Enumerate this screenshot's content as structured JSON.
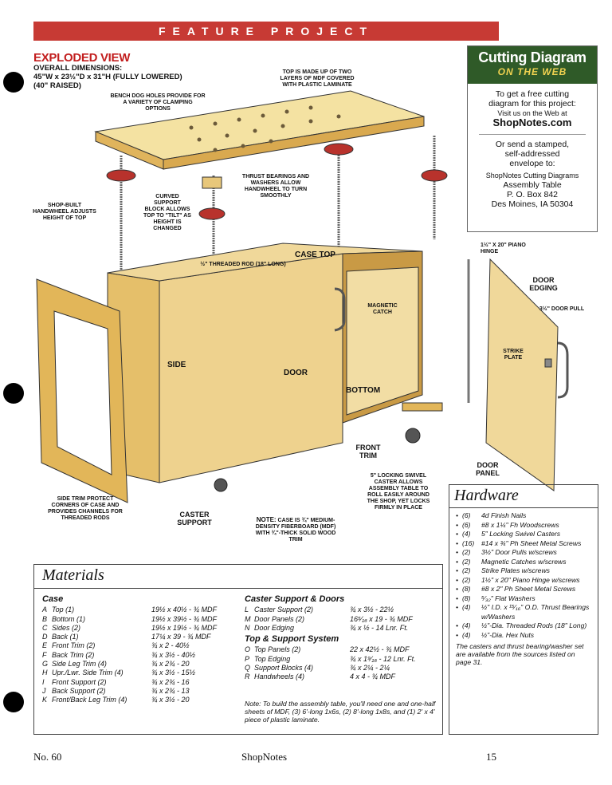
{
  "banner": "FEATURE PROJECT",
  "exploded": {
    "title": "EXPLODED VIEW",
    "dims_line1": "OVERALL DIMENSIONS:",
    "dims_line2": "45\"W x 23½\"D x 31\"H (FULLY LOWERED)",
    "dims_line3": "(40\" RAISED)"
  },
  "callouts": {
    "bench_holes": "BENCH DOG HOLES PROVIDE FOR A VARIETY OF CLAMPING OPTIONS",
    "top_layers": "TOP IS MADE UP OF TWO LAYERS OF MDF COVERED WITH PLASTIC LAMINATE",
    "thrust": "THRUST BEARINGS AND WASHERS ALLOW HANDWHEEL TO TURN SMOOTHLY",
    "curved": "CURVED SUPPORT BLOCK ALLOWS TOP TO \"TILT\" AS HEIGHT IS CHANGED",
    "handwheel": "SHOP-BUILT HANDWHEEL ADJUSTS HEIGHT OF TOP",
    "rod": "½\" THREADED ROD (18\" LONG)",
    "case_top": "CASE TOP",
    "magnetic": "MAGNETIC CATCH",
    "piano": "1½\" x 20\" PIANO HINGE",
    "door_edging": "DOOR EDGING",
    "door_pull": "3½\" DOOR PULL",
    "strike": "STRIKE PLATE",
    "side": "SIDE",
    "door": "DOOR",
    "bottom": "BOTTOM",
    "front_trim": "FRONT TRIM",
    "caster": "5\" LOCKING SWIVEL CASTER ALLOWS ASSEMBLY TABLE TO ROLL EASILY AROUND THE SHOP, YET LOCKS FIRMLY IN PLACE",
    "door_panel": "DOOR PANEL",
    "side_trim": "SIDE TRIM PROTECT CORNERS OF CASE AND PROVIDES CHANNELS FOR THREADED RODS",
    "caster_support": "CASTER SUPPORT",
    "note_label": "NOTE:",
    "note_text": "CASE IS ¾\" MEDIUM-DENSITY FIBERBOARD (MDF) WITH ¾\"-THICK SOLID WOOD TRIM"
  },
  "cutting": {
    "title": "Cutting Diagram",
    "subtitle": "ON THE WEB",
    "line1": "To get a free cutting",
    "line2": "diagram for this project:",
    "line3": "Visit us on the Web at",
    "url": "ShopNotes.com",
    "line4": "Or send a stamped,",
    "line5": "self-addressed",
    "line6": "envelope to:",
    "addr1": "ShopNotes Cutting Diagrams",
    "addr2": "Assembly Table",
    "addr3": "P. O. Box 842",
    "addr4": "Des Moines, IA 50304"
  },
  "hardware": {
    "title": "Hardware",
    "items": [
      {
        "qty": "(6)",
        "desc": "4d Finish Nails"
      },
      {
        "qty": "(6)",
        "desc": "#8 x 1¼\" Fh Woodscrews"
      },
      {
        "qty": "(4)",
        "desc": "5\" Locking Swivel Casters"
      },
      {
        "qty": "(16)",
        "desc": "#14 x ¾\" Ph Sheet Metal Screws"
      },
      {
        "qty": "(2)",
        "desc": "3½\" Door Pulls w/screws"
      },
      {
        "qty": "(2)",
        "desc": "Magnetic Catches w/screws"
      },
      {
        "qty": "(2)",
        "desc": "Strike Plates w/screws"
      },
      {
        "qty": "(2)",
        "desc": "1½\" x 20\" Piano Hinge w/screws"
      },
      {
        "qty": "(8)",
        "desc": "#8 x 2\" Ph Sheet Metal Screws"
      },
      {
        "qty": "(8)",
        "desc": "⁵⁄₃₂\" Flat Washers"
      },
      {
        "qty": "(4)",
        "desc": "½\" I.D. x ¹⁵⁄₁₆\" O.D. Thrust Bearings w/Washers"
      },
      {
        "qty": "(4)",
        "desc": "½\"-Dia. Threaded Rods (18\" Long)"
      },
      {
        "qty": "(4)",
        "desc": "½\"-Dia. Hex Nuts"
      }
    ],
    "note": "The casters and thrust bearing/washer set are available from the sources listed on page 31."
  },
  "materials": {
    "title": "Materials",
    "case_heading": "Case",
    "case": [
      {
        "key": "A",
        "name": "Top (1)",
        "dim": "19½ x 40½ - ¾ MDF"
      },
      {
        "key": "B",
        "name": "Bottom (1)",
        "dim": "19½ x 39½ - ¾ MDF"
      },
      {
        "key": "C",
        "name": "Sides (2)",
        "dim": "19½ x 19½ - ¾ MDF"
      },
      {
        "key": "D",
        "name": "Back (1)",
        "dim": "17¼ x 39 - ¾ MDF"
      },
      {
        "key": "E",
        "name": "Front Trim (2)",
        "dim": "¾ x 2 - 40½"
      },
      {
        "key": "F",
        "name": "Back Trim (2)",
        "dim": "¾ x 3½ - 40½"
      },
      {
        "key": "G",
        "name": "Side Leg Trim (4)",
        "dim": "¾ x 2¾ - 20"
      },
      {
        "key": "H",
        "name": "Upr./Lwr. Side Trim (4)",
        "dim": "¾ x 3½ - 15½"
      },
      {
        "key": "I",
        "name": "Front Support (2)",
        "dim": "¾ x 2¾ - 16"
      },
      {
        "key": "J",
        "name": "Back Support (2)",
        "dim": "¾ x 2¾ - 13"
      },
      {
        "key": "K",
        "name": "Front/Back Leg Trim (4)",
        "dim": "¾ x 3½ - 20"
      }
    ],
    "caster_heading": "Caster Support & Doors",
    "caster": [
      {
        "key": "L",
        "name": "Caster Support (2)",
        "dim": "¾ x 3½ - 22½"
      },
      {
        "key": "M",
        "name": "Door Panels (2)",
        "dim": "16⁵⁄₁₆ x 19 - ¾ MDF"
      },
      {
        "key": "N",
        "name": "Door Edging",
        "dim": "¾ x ½ - 14 Lnr. Ft."
      }
    ],
    "top_heading": "Top & Support System",
    "top": [
      {
        "key": "O",
        "name": "Top Panels (2)",
        "dim": "22 x 42½ - ¾ MDF"
      },
      {
        "key": "P",
        "name": "Top Edging",
        "dim": "¾ x 1⁹⁄₁₆ - 12 Lnr. Ft."
      },
      {
        "key": "Q",
        "name": "Support Blocks (4)",
        "dim": "¾ x 2¼ - 2¼"
      },
      {
        "key": "R",
        "name": "Handwheels (4)",
        "dim": "4 x 4 - ¾ MDF"
      }
    ],
    "note": "Note: To build the assembly table, you'll need one and one-half sheets of MDF, (3) 6'-long 1x6s, (2) 8'-long 1x8s, and (1) 2' x 4' piece of plastic laminate."
  },
  "footer": {
    "issue": "No. 60",
    "brand": "ShopNotes",
    "page": "15"
  }
}
